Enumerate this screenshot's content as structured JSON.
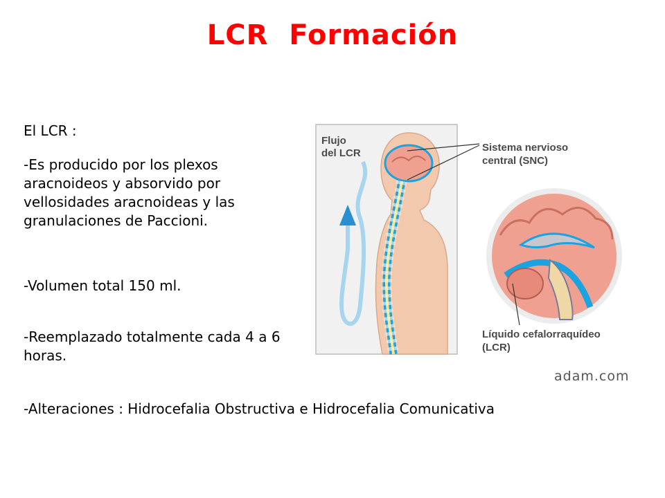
{
  "title": "LCR  Formación",
  "intro": "El LCR :",
  "paragraphs": [
    "-Es producido por los plexos aracnoideos y absorvido  por vellosidades aracnoideas y las granulaciones de Paccioni.",
    "-Volumen total 150 ml.",
    "-Reemplazado totalmente cada 4 a 6 horas.",
    "-Alteraciones : Hidrocefalia Obstructiva e Hidrocefalia Comunicativa"
  ],
  "figure": {
    "flow_label": [
      "Flujo",
      "del LCR"
    ],
    "snc_label": [
      "Sistema nervioso",
      "central (SNC)"
    ],
    "lcr_label": [
      "Líquido cefalorraquídeo",
      "(LCR)"
    ],
    "brand": "adam.com"
  }
}
